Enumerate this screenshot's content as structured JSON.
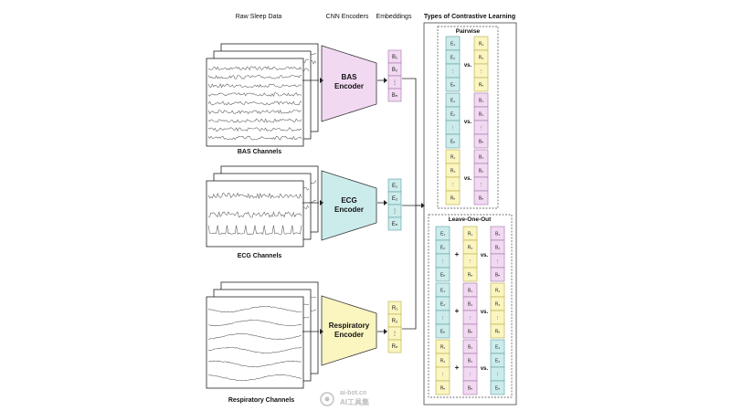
{
  "headers": {
    "raw": "Raw Sleep Data",
    "cnn": "CNN Encoders",
    "embeddings": "Embeddings",
    "types": "Types of Contrastive Learning"
  },
  "channels": {
    "bas": "BAS Channels",
    "ecg": "ECG Channels",
    "resp": "Respiratory Channels"
  },
  "encoders": {
    "bas": [
      "BAS",
      "Encoder"
    ],
    "ecg": [
      "ECG",
      "Encoder"
    ],
    "resp": [
      "Respiratory",
      "Encoder"
    ]
  },
  "embeddings": {
    "bas": [
      "B₁",
      "B₂",
      "⋮",
      "Bₙ"
    ],
    "ecg": [
      "E₁",
      "E₂",
      "⋮",
      "Eₙ"
    ],
    "resp": [
      "R₁",
      "R₂",
      "⋮",
      "Rₙ"
    ]
  },
  "pairwise": {
    "title": "Pairwise",
    "vs": "vs.",
    "rows": [
      {
        "left": [
          "E₁",
          "E₂",
          "⋮",
          "Eₙ"
        ],
        "left_color": "ecg",
        "right": [
          "R₁",
          "R₂",
          "⋮",
          "Rₙ"
        ],
        "right_color": "resp"
      },
      {
        "left": [
          "E₁",
          "E₂",
          "⋮",
          "Eₙ"
        ],
        "left_color": "ecg",
        "right": [
          "B₁",
          "B₂",
          "⋮",
          "Bₙ"
        ],
        "right_color": "bas"
      },
      {
        "left": [
          "R₁",
          "R₂",
          "⋮",
          "Rₙ"
        ],
        "left_color": "resp",
        "right": [
          "B₁",
          "B₂",
          "⋮",
          "Bₙ"
        ],
        "right_color": "bas"
      }
    ]
  },
  "leave_one_out": {
    "title": "Leave-One-Out",
    "plus": "+",
    "vs": "vs.",
    "rows": [
      {
        "a": [
          "E₁",
          "E₂",
          "⋮",
          "Eₙ"
        ],
        "a_color": "ecg",
        "b": [
          "R₁",
          "R₂",
          "⋮",
          "Rₙ"
        ],
        "b_color": "resp",
        "c": [
          "B₁",
          "B₂",
          "⋮",
          "Bₙ"
        ],
        "c_color": "bas"
      },
      {
        "a": [
          "E₁",
          "E₂",
          "⋮",
          "Eₙ"
        ],
        "a_color": "ecg",
        "b": [
          "B₁",
          "B₂",
          "⋮",
          "Bₙ"
        ],
        "b_color": "bas",
        "c": [
          "R₁",
          "R₂",
          "⋮",
          "Rₙ"
        ],
        "c_color": "resp"
      },
      {
        "a": [
          "R₁",
          "R₂",
          "⋮",
          "Rₙ"
        ],
        "a_color": "resp",
        "b": [
          "B₁",
          "B₂",
          "⋮",
          "Bₙ"
        ],
        "b_color": "bas",
        "c": [
          "E₁",
          "E₂",
          "⋮",
          "Eₙ"
        ],
        "c_color": "ecg"
      }
    ]
  },
  "watermark": [
    "ai-bot.cn",
    "AI工具集"
  ],
  "colors": {
    "bas": "#f2d9f2",
    "bas_stroke": "#a071a8",
    "ecg": "#ccecec",
    "ecg_stroke": "#5a9e9e",
    "resp": "#fbf5c0",
    "resp_stroke": "#b8ab4a",
    "line": "#222222",
    "watermark": "#b8b8b8"
  }
}
